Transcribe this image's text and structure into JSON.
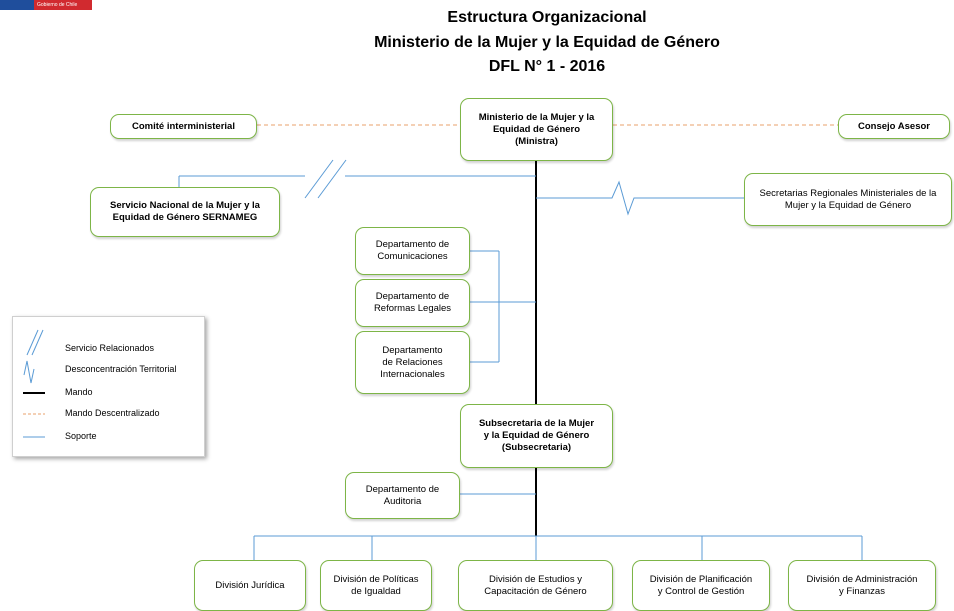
{
  "logo": {
    "text": "Gobierno de Chile"
  },
  "title": {
    "line1": "Estructura Organizacional",
    "line2": "Ministerio de la Mujer y la Equidad de Género",
    "line3": "DFL N° 1 - 2016"
  },
  "boxes": {
    "ministerio": "Ministerio de la Mujer y la\nEquidad de Género\n(Ministra)",
    "comite": "Comité interministerial",
    "consejo": "Consejo Asesor",
    "sernameg": "Servicio Nacional de la Mujer y la\nEquidad de Género SERNAMEG",
    "seremi": "Secretarias Regionales Ministeriales de la\nMujer y la Equidad de Género",
    "comunicaciones": "Departamento de\nComunicaciones",
    "reformas": "Departamento de\nReformas Legales",
    "relaciones": "Departamento\nde Relaciones\nInternacionales",
    "subsecretaria": "Subsecretaria de la Mujer\ny la Equidad de Género\n(Subsecretaria)",
    "auditoria": "Departamento de\nAuditoria",
    "juridica": "División Jurídica",
    "politicas": "División de Políticas\nde Igualdad",
    "estudios": "División de Estudios y\nCapacitación de Género",
    "planificacion": "División de Planificación\ny Control de Gestión",
    "administracion": "División de Administración\ny Finanzas"
  },
  "legend": {
    "items": [
      {
        "label": "Servicio Relacionados",
        "symbol": "double-slash"
      },
      {
        "label": "Desconcentración Territorial",
        "symbol": "zigzag"
      },
      {
        "label": "Mando",
        "symbol": "solid-black"
      },
      {
        "label": "Mando Descentralizado",
        "symbol": "dashed-orange"
      },
      {
        "label": "Soporte",
        "symbol": "solid-blue"
      }
    ]
  },
  "colors": {
    "box_border": "#7db547",
    "mando": "#000000",
    "soporte": "#5b9bd5",
    "mando_descentralizado": "#e8a06b"
  }
}
